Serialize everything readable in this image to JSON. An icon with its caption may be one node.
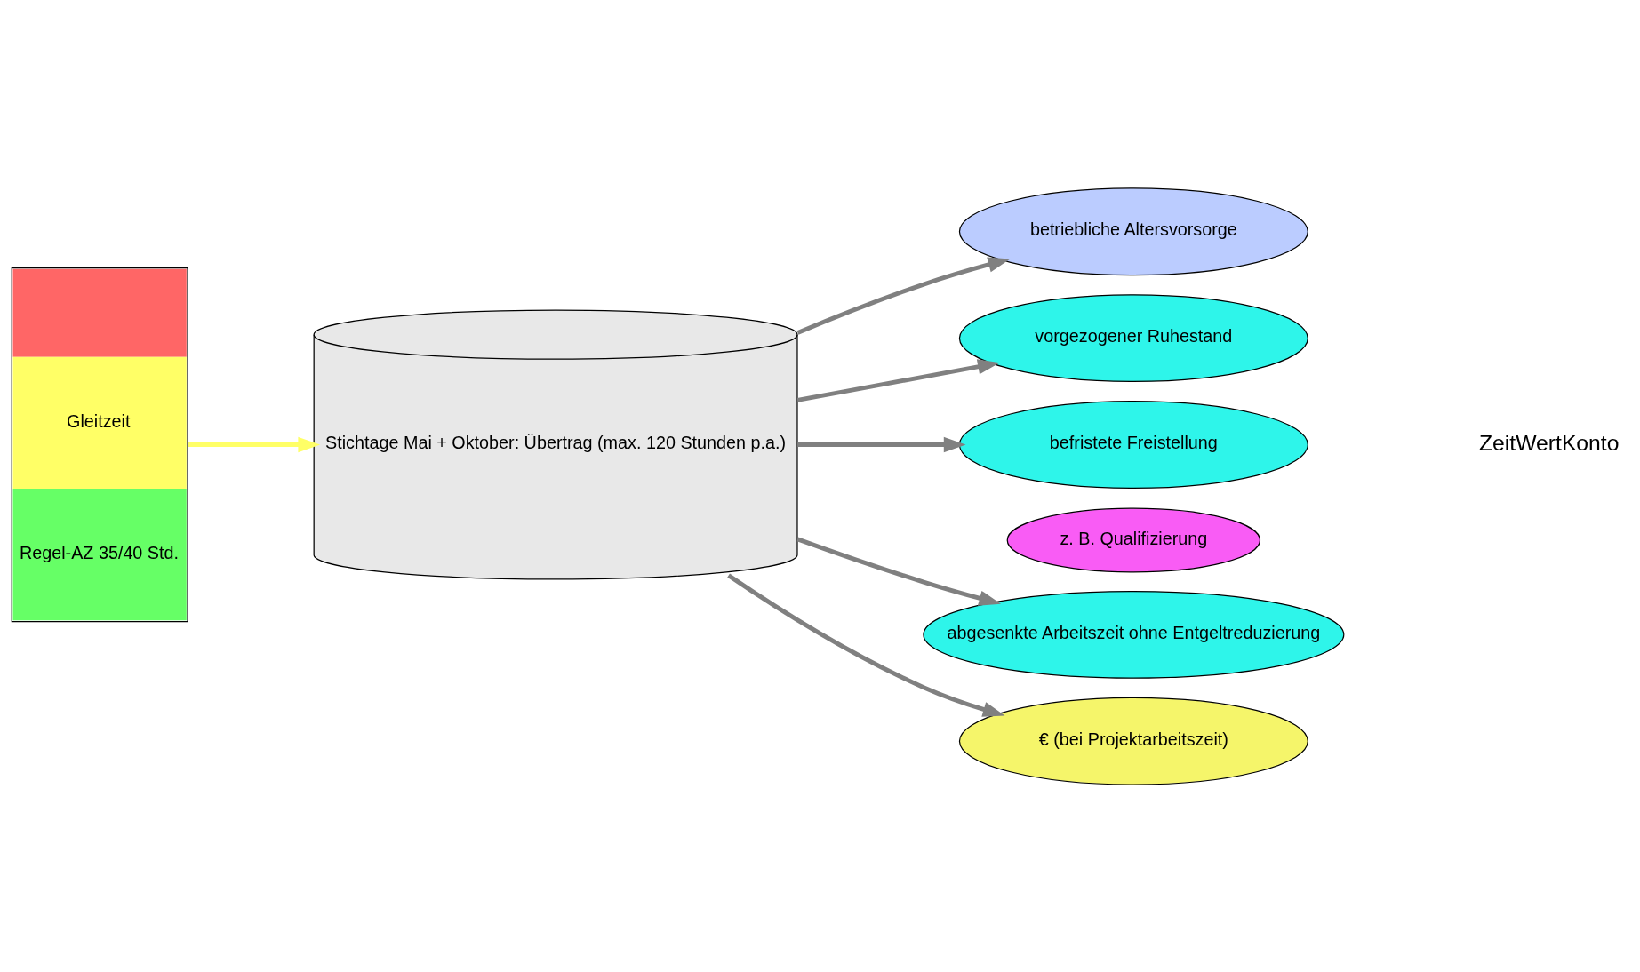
{
  "diagram": {
    "nodes": [
      {
        "text": [
          "Gleitzeit",
          "Regel-AZ 35/40 Std."
        ]
      },
      {
        "text": [
          "Stichtage Mai + Oktober: Übertrag (max. 120 Stunden p.a.)"
        ]
      },
      {
        "text": [
          "betriebliche Altersvorsorge"
        ]
      },
      {
        "text": [
          "vorgezogener Ruhestand"
        ]
      },
      {
        "text": [
          "befristete Freistellung"
        ]
      },
      {
        "text": [
          "z. B. Qualifizierung"
        ]
      },
      {
        "text": [
          "abgesenkte Arbeitszeit ohne Entgeltreduzierung"
        ]
      },
      {
        "text": [
          "€ (bei Projektarbeitszeit)"
        ]
      }
    ],
    "edges": [
      {
        "from": 0,
        "to": 1,
        "arrow": "to",
        "color": "#ffff66"
      },
      {
        "from": 1,
        "to": 2,
        "arrow": "to"
      },
      {
        "from": 1,
        "to": 3,
        "arrow": "to"
      },
      {
        "from": 1,
        "to": 4,
        "arrow": "to"
      },
      {
        "from": 1,
        "to": 6,
        "arrow": "to"
      },
      {
        "from": 1,
        "to": 7,
        "arrow": "to"
      }
    ],
    "labels": [
      "ZeitWertKonto"
    ]
  }
}
